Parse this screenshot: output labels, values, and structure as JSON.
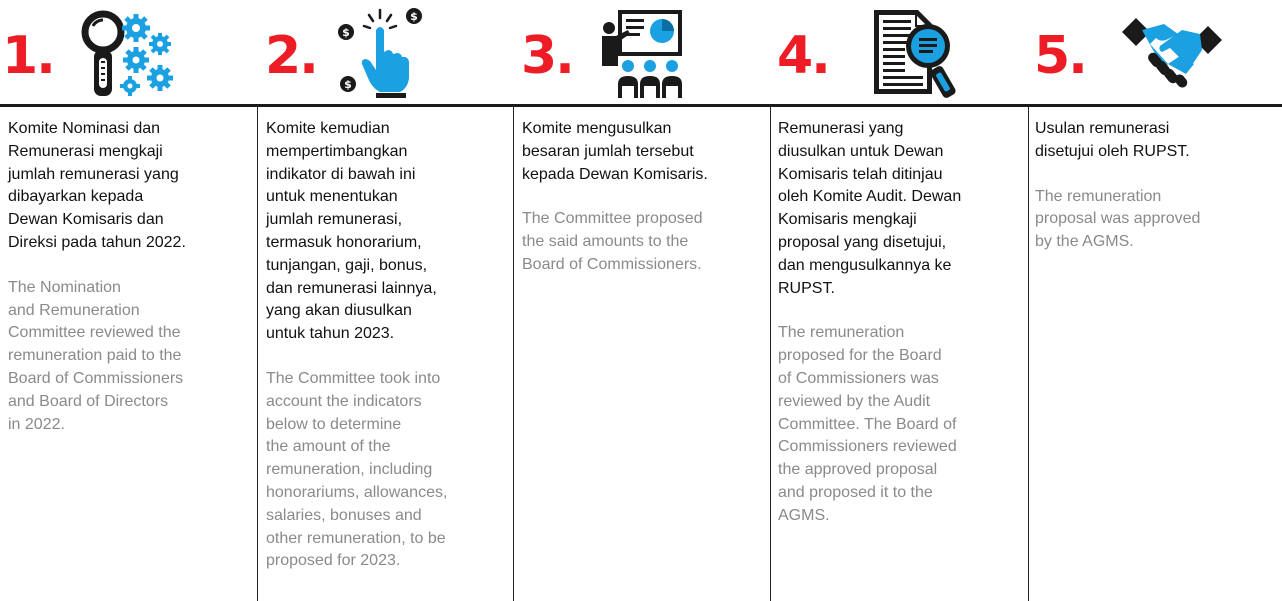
{
  "colors": {
    "accent": "#ee1c25",
    "icon_blue": "#1ba1e2",
    "icon_dark": "#1a1a1a",
    "english_text": "#8a8a8a"
  },
  "steps": [
    {
      "number": "1.",
      "icon": "magnifier-gears-icon",
      "id_lines": [
        "Komite Nominasi dan",
        "Remunerasi mengkaji",
        "jumlah remunerasi yang",
        "dibayarkan kepada",
        "Dewan Komisaris dan",
        "Direksi pada tahun 2022."
      ],
      "en_lines": [
        "The Nomination",
        "and Remuneration",
        "Committee reviewed the",
        "remuneration paid to the",
        "Board of Commissioners",
        "and Board of Directors",
        "in 2022."
      ]
    },
    {
      "number": "2.",
      "icon": "pointing-hand-coins-icon",
      "id_lines": [
        "Komite kemudian",
        "mempertimbangkan",
        "indikator di bawah ini",
        "untuk menentukan",
        "jumlah remunerasi,",
        "termasuk honorarium,",
        "tunjangan, gaji, bonus,",
        "dan remunerasi lainnya,",
        "yang akan diusulkan",
        "untuk tahun 2023."
      ],
      "en_lines": [
        "The Committee took into",
        "account the indicators",
        "below to determine",
        "the amount of the",
        "remuneration, including",
        "honorariums, allowances,",
        "salaries, bonuses and",
        "other remuneration, to be",
        "proposed for 2023."
      ]
    },
    {
      "number": "3.",
      "icon": "presentation-audience-icon",
      "id_lines": [
        "Komite mengusulkan",
        "besaran jumlah tersebut",
        "kepada Dewan Komisaris."
      ],
      "en_lines": [
        "The Committee proposed",
        "the said amounts to the",
        "Board of Commissioners."
      ]
    },
    {
      "number": "4.",
      "icon": "document-magnifier-icon",
      "id_lines": [
        "Remunerasi yang",
        "diusulkan untuk Dewan",
        "Komisaris telah ditinjau",
        "oleh Komite Audit. Dewan",
        "Komisaris mengkaji",
        "proposal yang disetujui,",
        "dan mengusulkannya ke",
        "RUPST."
      ],
      "en_lines": [
        "The remuneration",
        "proposed for the Board",
        "of Commissioners was",
        "reviewed by the Audit",
        "Committee. The Board of",
        "Commissioners reviewed",
        "the approved proposal",
        "and proposed it to the",
        "AGMS."
      ]
    },
    {
      "number": "5.",
      "icon": "handshake-icon",
      "id_lines": [
        "Usulan remunerasi",
        "disetujui oleh RUPST."
      ],
      "en_lines": [
        "The remuneration",
        "proposal was approved",
        "by the AGMS."
      ]
    }
  ]
}
